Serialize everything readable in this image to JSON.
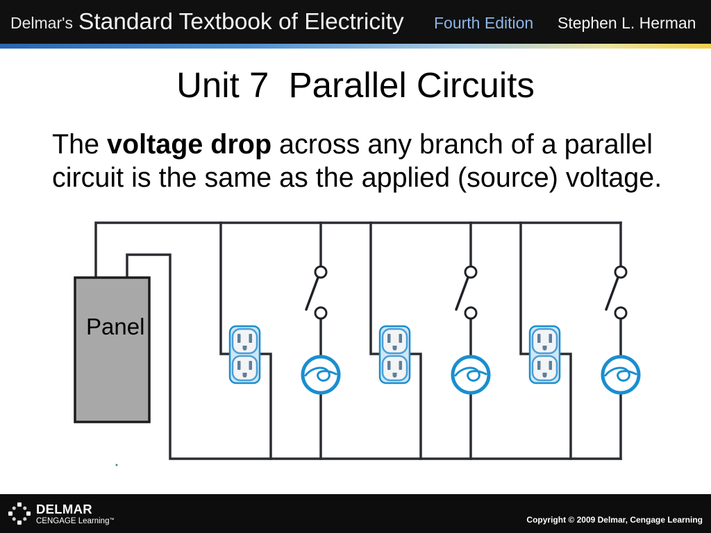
{
  "header": {
    "publisher": "Delmar's",
    "book_title": "Standard Textbook of Electricity",
    "edition": "Fourth Edition",
    "author": "Stephen L. Herman"
  },
  "slide": {
    "title": "Unit 7  Parallel Circuits",
    "body": {
      "line1_prefix": "The ",
      "bold_term": "voltage drop",
      "line1_rest": " across any branch of a parallel",
      "line2": "circuit is the same as the applied (source) voltage."
    }
  },
  "diagram": {
    "panel_label": "Panel"
  },
  "footer": {
    "brand_name": "DELMAR",
    "brand_subtitle": "CENGAGE Learning",
    "trademark": "™",
    "copyright": "Copyright © 2009 Delmar, Cengage Learning"
  },
  "icons": {
    "logo": "delmar-cengage-logo-icon",
    "receptacle": "duplex-receptacle-icon",
    "switch": "switch-icon",
    "lamp": "lamp-icon"
  },
  "colors": {
    "header_bg": "#101010",
    "edition_text": "#8db6e8",
    "component_blue": "#1a8ed0",
    "wire": "#2a2d31",
    "panel_fill": "#a8a8a8",
    "footer_bg": "#0d0d0d"
  }
}
